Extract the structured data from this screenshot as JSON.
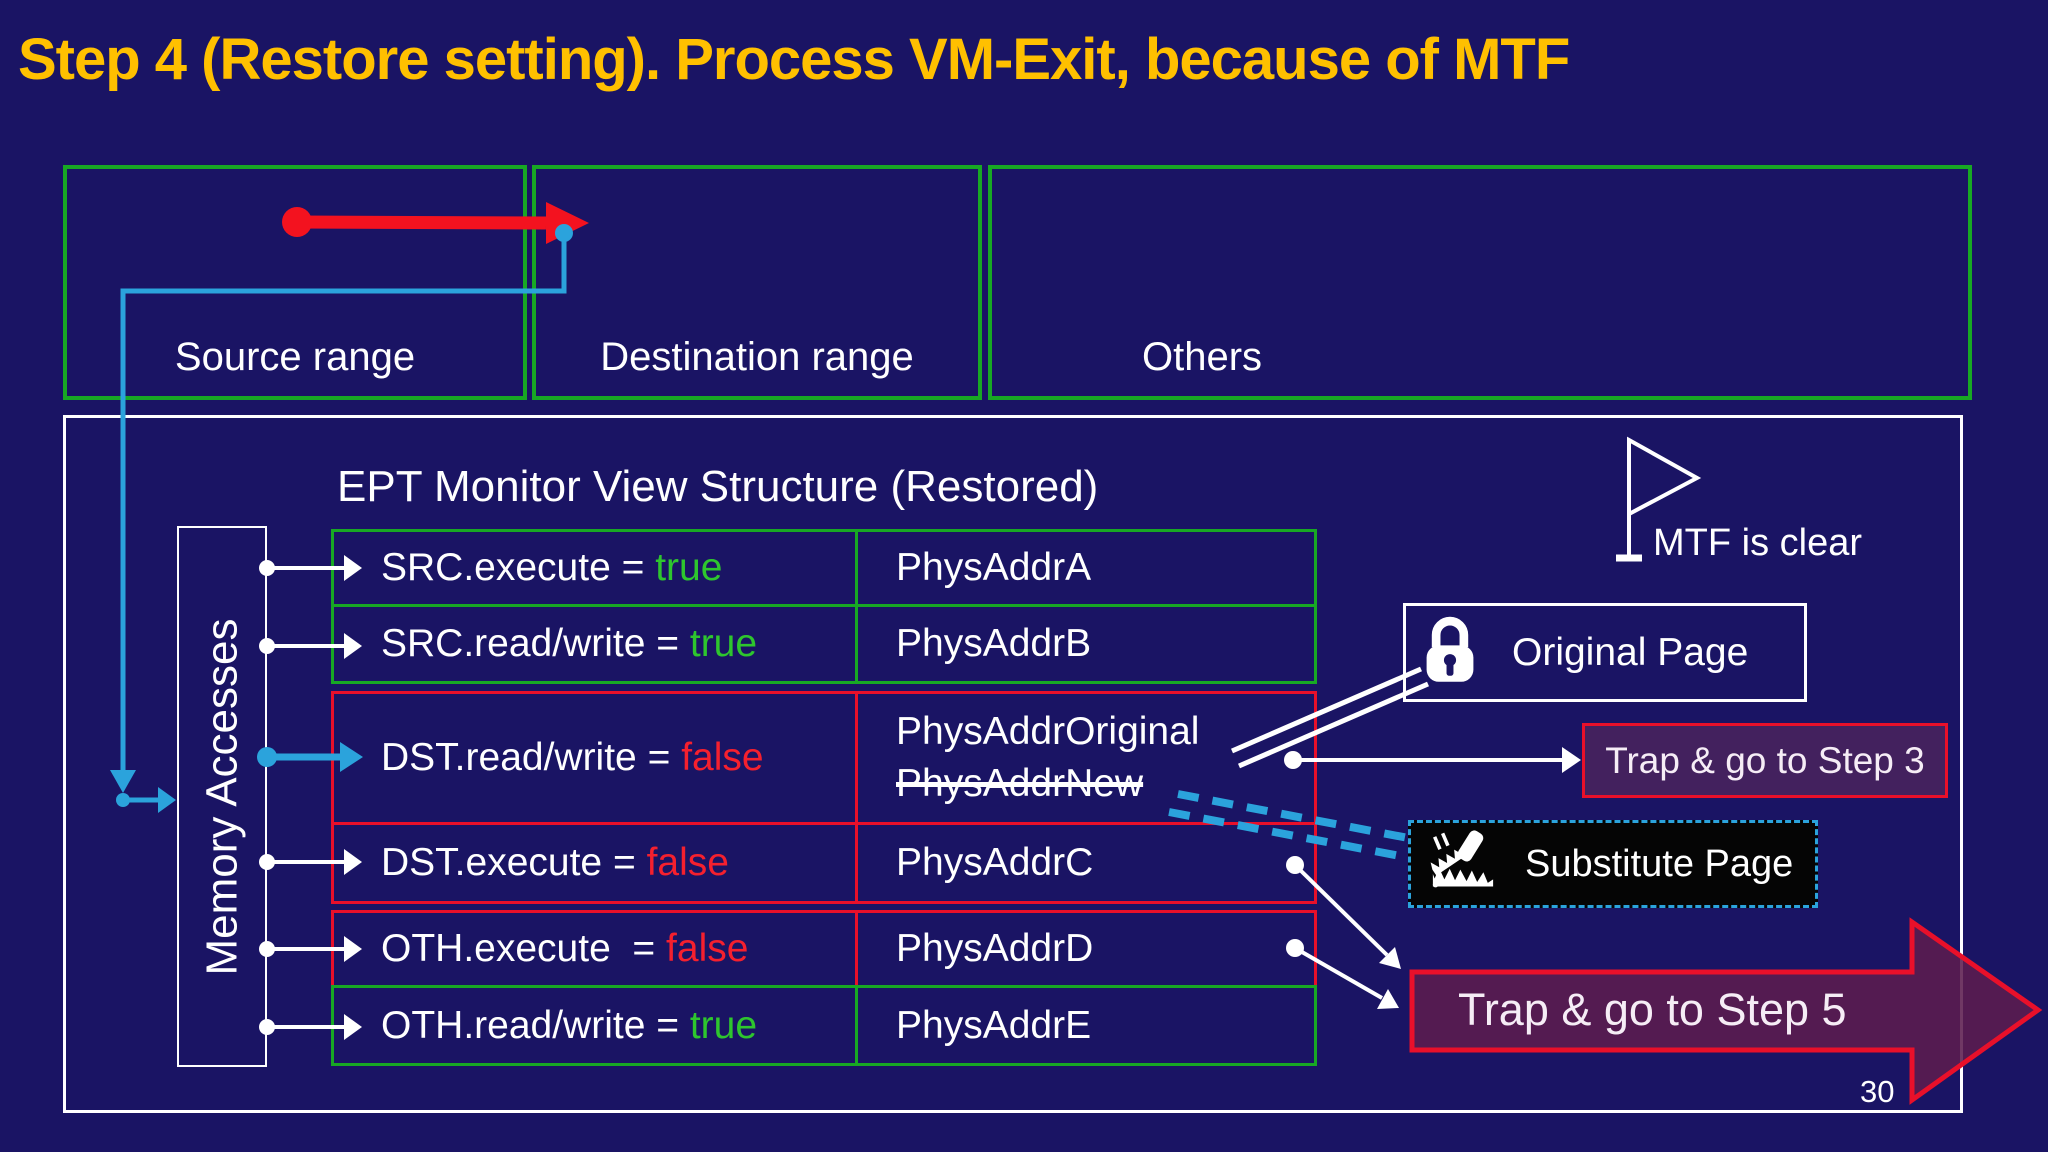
{
  "slide": {
    "title": "Step 4 (Restore setting). Process VM-Exit, because of MTF",
    "page_number": "30",
    "colors": {
      "background": "#1A1464",
      "title_yellow": "#FFC000",
      "green_border": "#18A824",
      "green_value": "#2EC62E",
      "red_border": "#E8102A",
      "red_value": "#F5202E",
      "red_arrow": "#F3121F",
      "blue_accent": "#2BA3DC",
      "step3_fill": "#43215E",
      "step5_fill": "#5C1C4E",
      "substitute_fill": "#050505"
    }
  },
  "memory_ranges": {
    "source_label": "Source range",
    "destination_label": "Destination range",
    "others_label": "Others"
  },
  "ept": {
    "title": "EPT Monitor View Structure (Restored)",
    "memory_accesses_label": "Memory Accesses",
    "rows": [
      {
        "label": "SRC.execute = ",
        "value": "true",
        "state": "green",
        "addr": "PhysAddrA"
      },
      {
        "label": "SRC.read/write = ",
        "value": "true",
        "state": "green",
        "addr": "PhysAddrB"
      },
      {
        "label": "DST.read/write = ",
        "value": "false",
        "state": "red",
        "addr": "PhysAddrOriginal",
        "addr_struck": "PhysAddrNew"
      },
      {
        "label": "DST.execute = ",
        "value": "false",
        "state": "red",
        "addr": "PhysAddrC"
      },
      {
        "label": "OTH.execute  = ",
        "value": "false",
        "state": "red",
        "addr": "PhysAddrD"
      },
      {
        "label": "OTH.read/write = ",
        "value": "true",
        "state": "green",
        "addr": "PhysAddrE"
      }
    ]
  },
  "annotations": {
    "mtf_flag": "MTF is clear",
    "original_page": "Original Page",
    "substitute_page": "Substitute Page",
    "trap_step3": "Trap & go to Step 3",
    "trap_step5": "Trap & go to Step 5"
  }
}
